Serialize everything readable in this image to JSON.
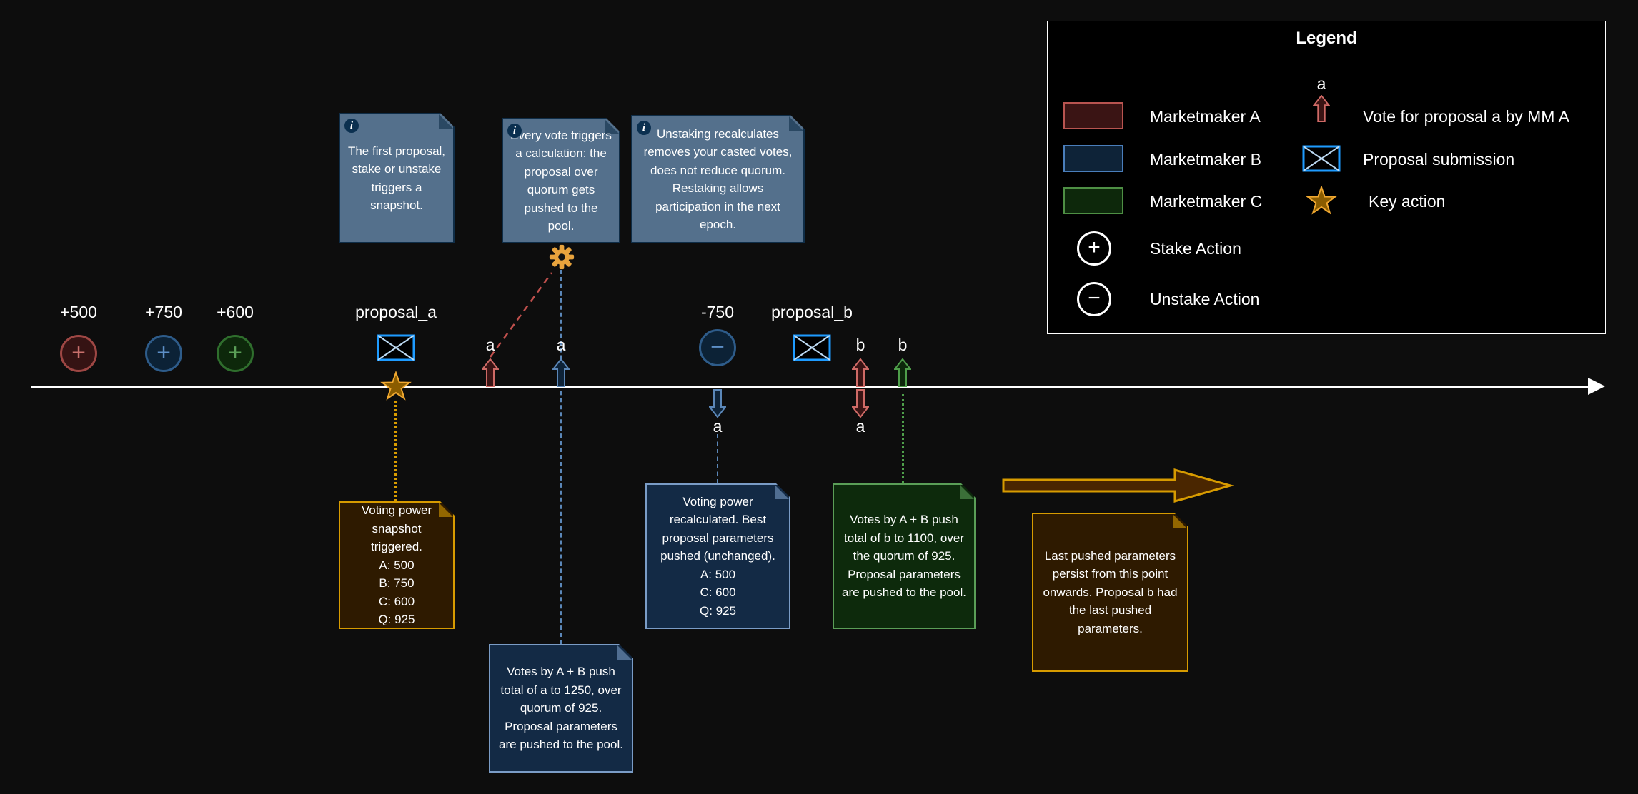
{
  "colors": {
    "background": "#0d0d0d",
    "timeline": "#ffffff",
    "marketmaker_a": "#b85450",
    "marketmaker_b": "#4a7ebb",
    "marketmaker_c": "#4e8f44",
    "proposal_blue": "#1e9bff",
    "key_orange": "#d79b00"
  },
  "legend": {
    "title": "Legend",
    "marketmakers": [
      {
        "label": "Marketmaker A"
      },
      {
        "label": "Marketmaker B"
      },
      {
        "label": "Marketmaker C"
      }
    ],
    "stake": {
      "label": "Stake Action",
      "symbol": "+"
    },
    "unstake": {
      "label": "Unstake Action",
      "symbol": "−"
    },
    "vote": {
      "icon_label": "a",
      "label": "Vote for proposal a by MM A"
    },
    "proposal": {
      "label": "Proposal submission"
    },
    "key": {
      "label": "Key action"
    }
  },
  "timeline": {
    "stakes": [
      {
        "amount": "+500",
        "symbol": "+"
      },
      {
        "amount": "+750",
        "symbol": "+"
      },
      {
        "amount": "+600",
        "symbol": "+"
      }
    ],
    "proposal_a_label": "proposal_a",
    "proposal_b_label": "proposal_b",
    "unstake_amount": "-750",
    "unstake_symbol": "−",
    "vote_a_by_a": "a",
    "vote_a_by_b": "a",
    "vote_a_removed_b": "a",
    "vote_b_by_a": "b",
    "vote_a_removed_a": "a",
    "vote_b_by_c": "b"
  },
  "info_notes": [
    {
      "text": "The first proposal, stake or unstake triggers a snapshot."
    },
    {
      "text": "Every vote triggers a calculation: the proposal over quorum gets pushed to the pool."
    },
    {
      "text": "Unstaking recalculates removes your casted votes, does not reduce quorum. Restaking allows participation in the next epoch."
    }
  ],
  "notes": [
    {
      "text": "Voting power snapshot triggered.\nA: 500\nB: 750\nC: 600\nQ: 925"
    },
    {
      "text": "Votes by A + B push total of a to 1250, over quorum of 925. Proposal parameters are pushed to the pool."
    },
    {
      "text": "Voting power recalculated. Best proposal parameters pushed (unchanged).\nA: 500\nC: 600\nQ: 925"
    },
    {
      "text": "Votes by A + B push total of b to 1100, over the quorum of 925. Proposal parameters are pushed to the pool."
    },
    {
      "text": "Last pushed parameters persist from this point onwards. Proposal b had the last pushed parameters."
    }
  ]
}
